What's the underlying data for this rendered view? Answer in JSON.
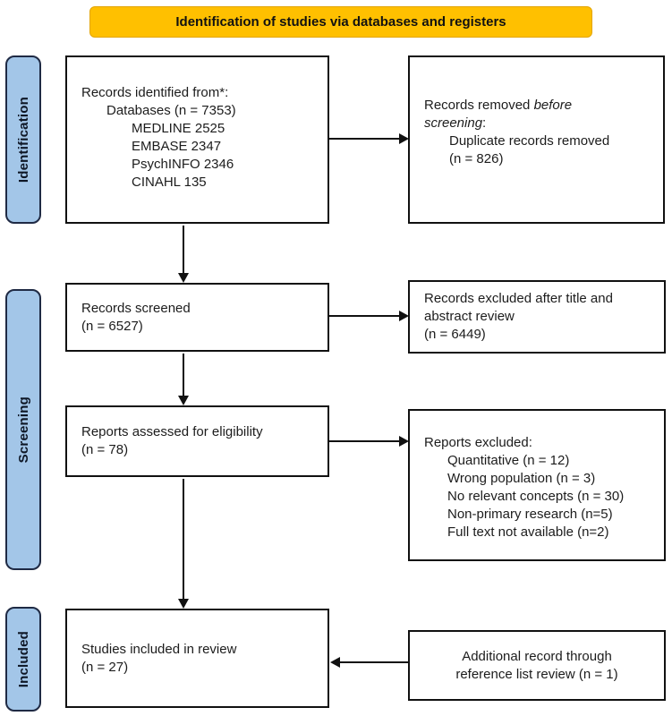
{
  "header": {
    "title": "Identification of studies via databases and registers"
  },
  "colors": {
    "header_bg": "#FFC000",
    "stage_fill": "#A3C6E8",
    "stage_border": "#1F2A44",
    "line": "#111111"
  },
  "stages": [
    {
      "label": "Identification"
    },
    {
      "label": "Screening"
    },
    {
      "label": "Included"
    }
  ],
  "boxes": {
    "identified": {
      "lines": [
        {
          "text": "Records identified from*:"
        },
        {
          "text": "Databases (n = 7353)"
        },
        {
          "text": "MEDLINE 2525"
        },
        {
          "text": "EMBASE 2347"
        },
        {
          "text": "PsychINFO 2346"
        },
        {
          "text": "CINAHL 135"
        }
      ]
    },
    "removed": {
      "line1_normal": "Records removed ",
      "line1_italic": "before",
      "line2_italic": "screening",
      "line2_normal": ":",
      "line3": "Duplicate records removed",
      "line4": "(n = 826)"
    },
    "screened": {
      "lines": [
        {
          "text": "Records screened"
        },
        {
          "text": "(n = 6527)"
        }
      ]
    },
    "excluded_title_abstract": {
      "lines": [
        {
          "text": "Records excluded after title and"
        },
        {
          "text": "abstract review"
        },
        {
          "text": "(n = 6449)"
        }
      ]
    },
    "assessed": {
      "lines": [
        {
          "text": "Reports assessed for eligibility"
        },
        {
          "text": "(n = 78)"
        }
      ]
    },
    "reports_excluded": {
      "lines": [
        {
          "text": "Reports excluded:"
        },
        {
          "text": "Quantitative (n = 12)"
        },
        {
          "text": "Wrong population (n = 3)"
        },
        {
          "text": "No relevant concepts (n = 30)"
        },
        {
          "text": "Non-primary research (n=5)"
        },
        {
          "text": "Full text not available (n=2)"
        }
      ]
    },
    "included_review": {
      "lines": [
        {
          "text": "Studies included in review"
        },
        {
          "text": "(n = 27)"
        }
      ]
    },
    "additional_record": {
      "lines": [
        {
          "text": "Additional record through"
        },
        {
          "text": "reference list review (n = 1)"
        }
      ]
    }
  }
}
